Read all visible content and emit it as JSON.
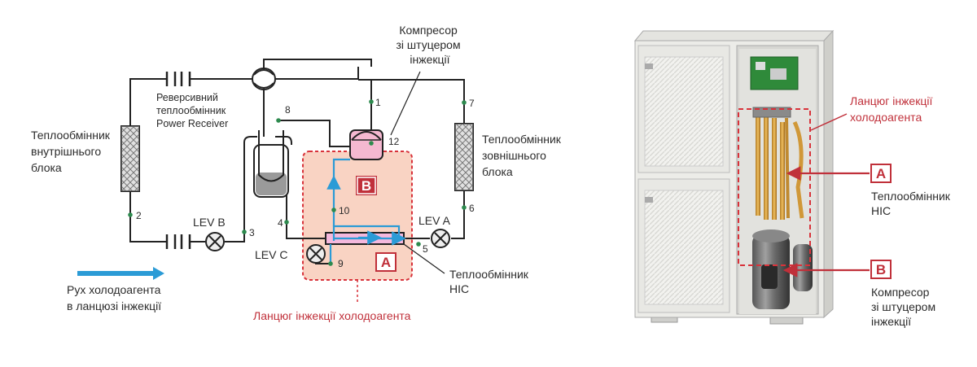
{
  "left": {
    "indoor_hx_label": [
      "Теплообмінник",
      "внутрішнього",
      "блока"
    ],
    "reversible_hx_label": [
      "Реверсивний",
      "теплообмінник",
      "Power Receiver"
    ],
    "compressor_label": [
      "Компресор",
      "зі штуцером",
      "інжекції"
    ],
    "outdoor_hx_label": [
      "Теплообмінник",
      "зовнішнього",
      "блока"
    ],
    "hic_label": [
      "Теплообмінник",
      "HIC"
    ],
    "lev_a": "LEV A",
    "lev_b": "LEV B",
    "lev_c": "LEV C",
    "badge_a": "A",
    "badge_b": "B",
    "points": [
      "1",
      "2",
      "3",
      "4",
      "5",
      "6",
      "7",
      "8",
      "9",
      "10",
      "12"
    ],
    "legend_text": [
      "Рух холодоагента",
      "в ланцюзі інжекції"
    ],
    "circuit_caption": "Ланцюг інжекції холодоагента"
  },
  "right": {
    "circuit_label": [
      "Ланцюг інжекції",
      "холодоагента"
    ],
    "badge_a": "A",
    "a_label": [
      "Теплообмінник",
      "HIC"
    ],
    "badge_b": "B",
    "b_label": [
      "Компресор",
      "зі штуцером",
      "інжекції"
    ]
  },
  "colors": {
    "accent_red": "#c0303a",
    "injection_zone": "#f9d3c3",
    "flow_blue": "#2b9bd6",
    "line": "#222222"
  }
}
